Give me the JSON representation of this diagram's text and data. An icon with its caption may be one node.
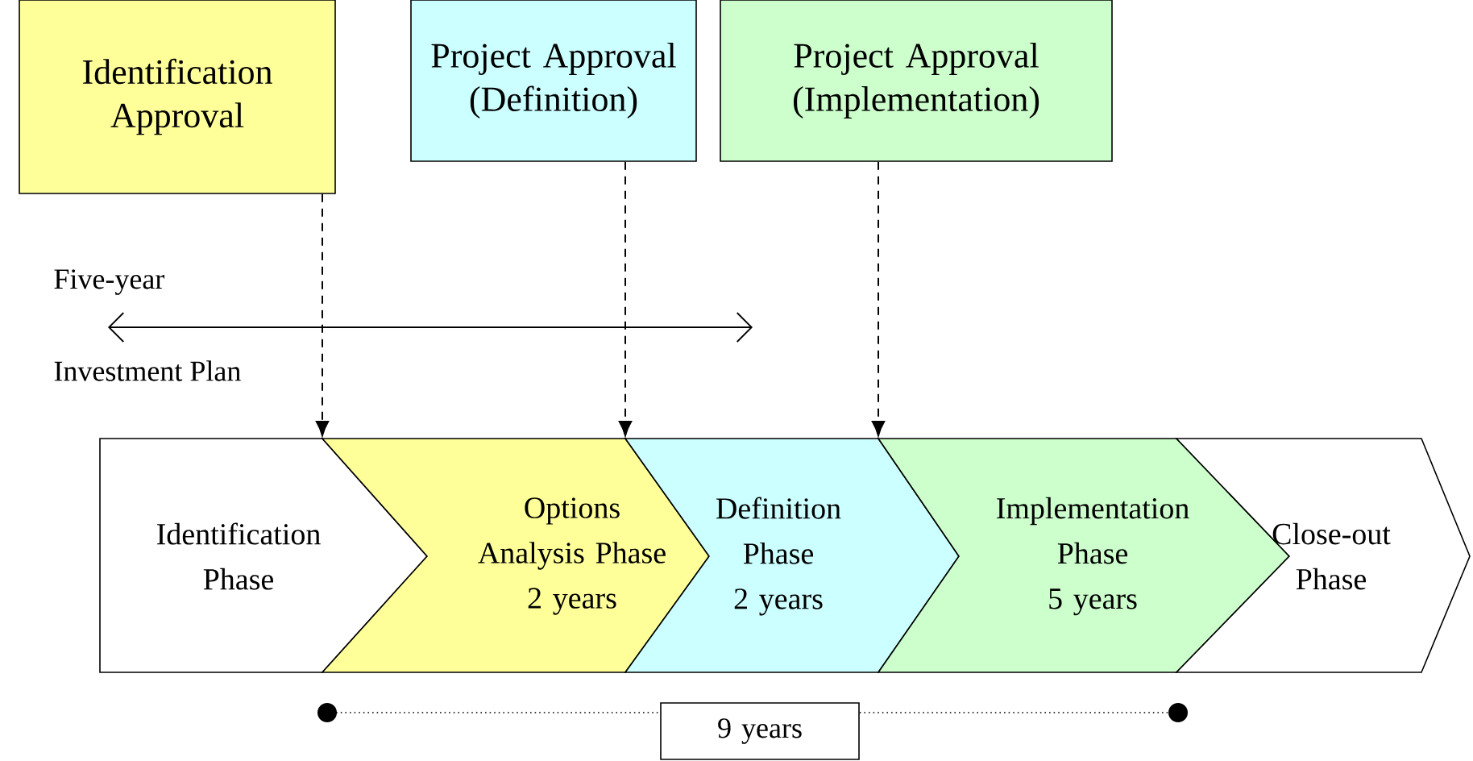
{
  "diagram": {
    "nodes": [
      {
        "text": [
          "Identification Approval"
        ]
      },
      {
        "text": [
          "Project Approval (Definition)"
        ]
      },
      {
        "text": [
          "Project Approval (Implementation)"
        ]
      },
      {
        "text": [
          "Identification Phase"
        ]
      },
      {
        "text": [
          "Options Analysis Phase",
          "2 years"
        ]
      },
      {
        "text": [
          "Definition Phase",
          "2 years"
        ]
      },
      {
        "text": [
          "Implementation Phase",
          "5 years"
        ]
      },
      {
        "text": [
          "Close-out Phase"
        ]
      },
      {
        "text": [
          "9 years"
        ]
      }
    ],
    "edges": [
      {
        "from": 0,
        "to": 4,
        "arrow": "to",
        "style": "dashed"
      },
      {
        "from": 1,
        "to": 5,
        "arrow": "to",
        "style": "dashed"
      },
      {
        "from": 2,
        "to": 6,
        "arrow": "to",
        "style": "dashed"
      }
    ],
    "labels": [
      "Five-year",
      "Investment Plan"
    ]
  }
}
